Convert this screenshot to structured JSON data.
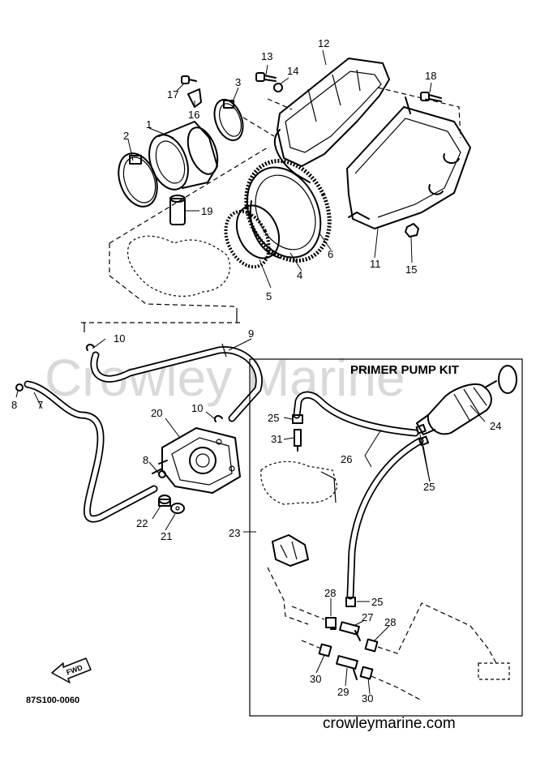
{
  "watermark": "Crowley Marine",
  "kit_title": "PRIMER PUMP KIT",
  "diagram_code": "87S100-0060",
  "footer_site": "crowleymarine.com",
  "fwd_label": "FWD",
  "callouts": {
    "c1": "1",
    "c2": "2",
    "c3": "3",
    "c4": "4",
    "c5": "5",
    "c6": "6",
    "c7": "7",
    "c8a": "8",
    "c8b": "8",
    "c9": "9",
    "c10a": "10",
    "c10b": "10",
    "c11": "11",
    "c12": "12",
    "c13": "13",
    "c14": "14",
    "c15": "15",
    "c16": "16",
    "c17": "17",
    "c18": "18",
    "c19": "19",
    "c20": "20",
    "c21": "21",
    "c22": "22",
    "c23": "23",
    "c24": "24",
    "c25a": "25",
    "c25b": "25",
    "c25c": "25",
    "c26": "26",
    "c27": "27",
    "c28a": "28",
    "c28b": "28",
    "c29": "29",
    "c30a": "30",
    "c30b": "30",
    "c31": "31"
  }
}
